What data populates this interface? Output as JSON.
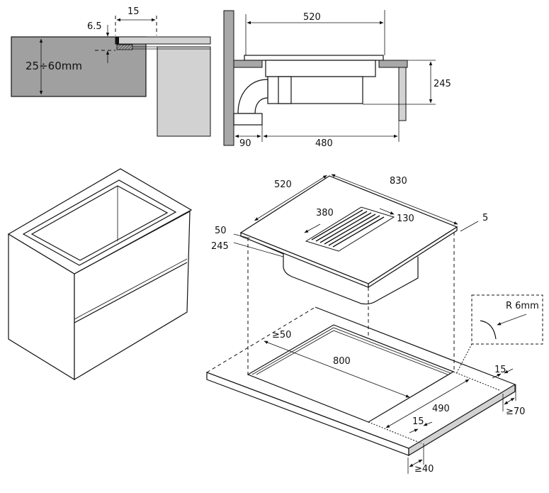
{
  "section_detail": {
    "gap_width": "15",
    "step_depth": "6.5",
    "worktop_thickness": "25÷60mm"
  },
  "side_view": {
    "hob_width": "520",
    "depth_below": "245",
    "duct_offset": "90",
    "duct_length": "480"
  },
  "hob_iso": {
    "width": "520",
    "length": "830",
    "vent_length": "380",
    "vent_width": "130",
    "glass_thickness": "5",
    "frame_height": "50",
    "body_height": "245"
  },
  "cutout_iso": {
    "corner_radius": "R 6mm",
    "rear_clearance": "≥50",
    "cutout_length": "800",
    "cutout_width": "490",
    "side_margin_right": "15",
    "side_margin_front": "15",
    "side_clearance": "≥70",
    "front_clearance": "≥40"
  },
  "colors": {
    "worktop_gray": "#a0a0a0",
    "light_gray": "#d2d2d2",
    "line": "#111111"
  }
}
